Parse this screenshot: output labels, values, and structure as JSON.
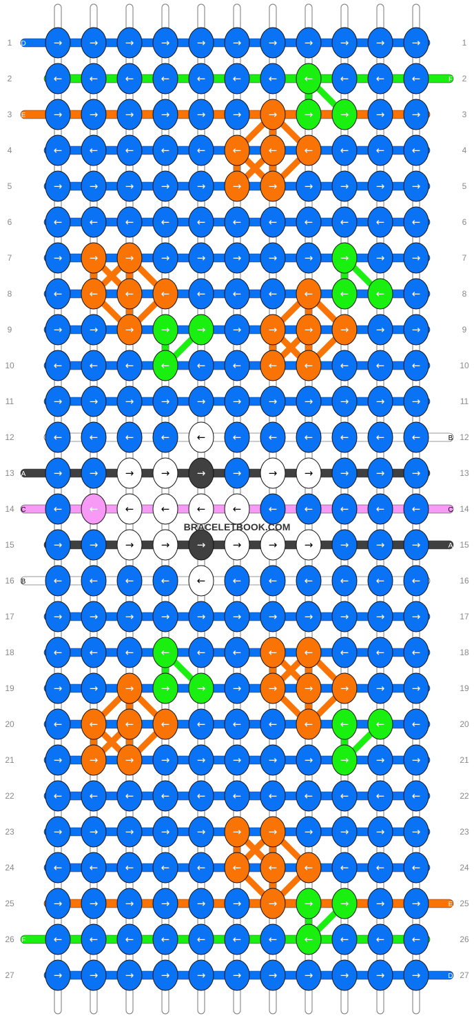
{
  "watermark": "BRACELETBOOK.COM",
  "colors": {
    "A": "#404040",
    "B": "#ffffff",
    "C": "#f79af5",
    "D": "#0a73f5",
    "E": "#fa7305",
    "F": "#19f00f"
  },
  "left_threads": {
    "1": "D",
    "3": "E",
    "13": "A",
    "14": "C",
    "16": "B",
    "26": "F"
  },
  "right_threads": {
    "2": "F",
    "12": "B",
    "14": "C",
    "15": "A",
    "25": "E",
    "27": "D"
  },
  "row_count": 27,
  "knots_per_row": 11,
  "knot_colors": [
    "DDDDDDDDDDD",
    "DDDDDDDFDDD",
    "DDDDDDEFFDD",
    "DDDDDEEEDDD",
    "DDDDDEEDDDD",
    "DDDDDDDDDDD",
    "DEEDDDDDFDD",
    "DEEEDDDEFFD",
    "DDEFFDEEEDD",
    "DDDFDDEEDDD",
    "DDDDDDDDDDD",
    "DDDDBDDDDDD",
    "DDBBADBBDDD",
    "DCBBBBDDDDD",
    "DDBBABBBDDD",
    "DDDDBDDDDDD",
    "DDDDDDDDDDD",
    "DDDFDDEEDDD",
    "DDEFFDEEEDD",
    "DEEEDDDEFFD",
    "DEEDDDDDFDD",
    "DDDDDDDDDDD",
    "DDDDDEEDDDD",
    "DDDDDEEEDDD",
    "DDDDDDEFFDD",
    "DDDDDDDFDDD",
    "DDDDDDDDDDD"
  ],
  "row_directions": [
    "right",
    "left",
    "right",
    "left",
    "right",
    "left",
    "right",
    "left",
    "right",
    "left",
    "right",
    "left",
    "right",
    "left",
    "right",
    "left",
    "right",
    "left",
    "right",
    "left",
    "right",
    "left",
    "right",
    "left",
    "right",
    "left",
    "right"
  ],
  "overrides": {
    "13-5": "right",
    "15-5": "right"
  },
  "glyphs": {
    "right": "→",
    "left": "←"
  }
}
